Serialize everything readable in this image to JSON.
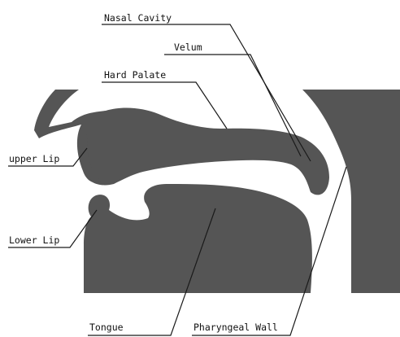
{
  "colors": {
    "anatomy": "#555555",
    "leader_line": "#1a1a1a",
    "text": "#111111"
  },
  "labels": {
    "nasal_cavity": "Nasal Cavity",
    "velum": "Velum",
    "hard_palate": "Hard Palate",
    "upper_lip": "upper Lip",
    "lower_lip": "Lower Lip",
    "tongue": "Tongue",
    "pharyngeal_wall": "Pharyngeal Wall"
  }
}
